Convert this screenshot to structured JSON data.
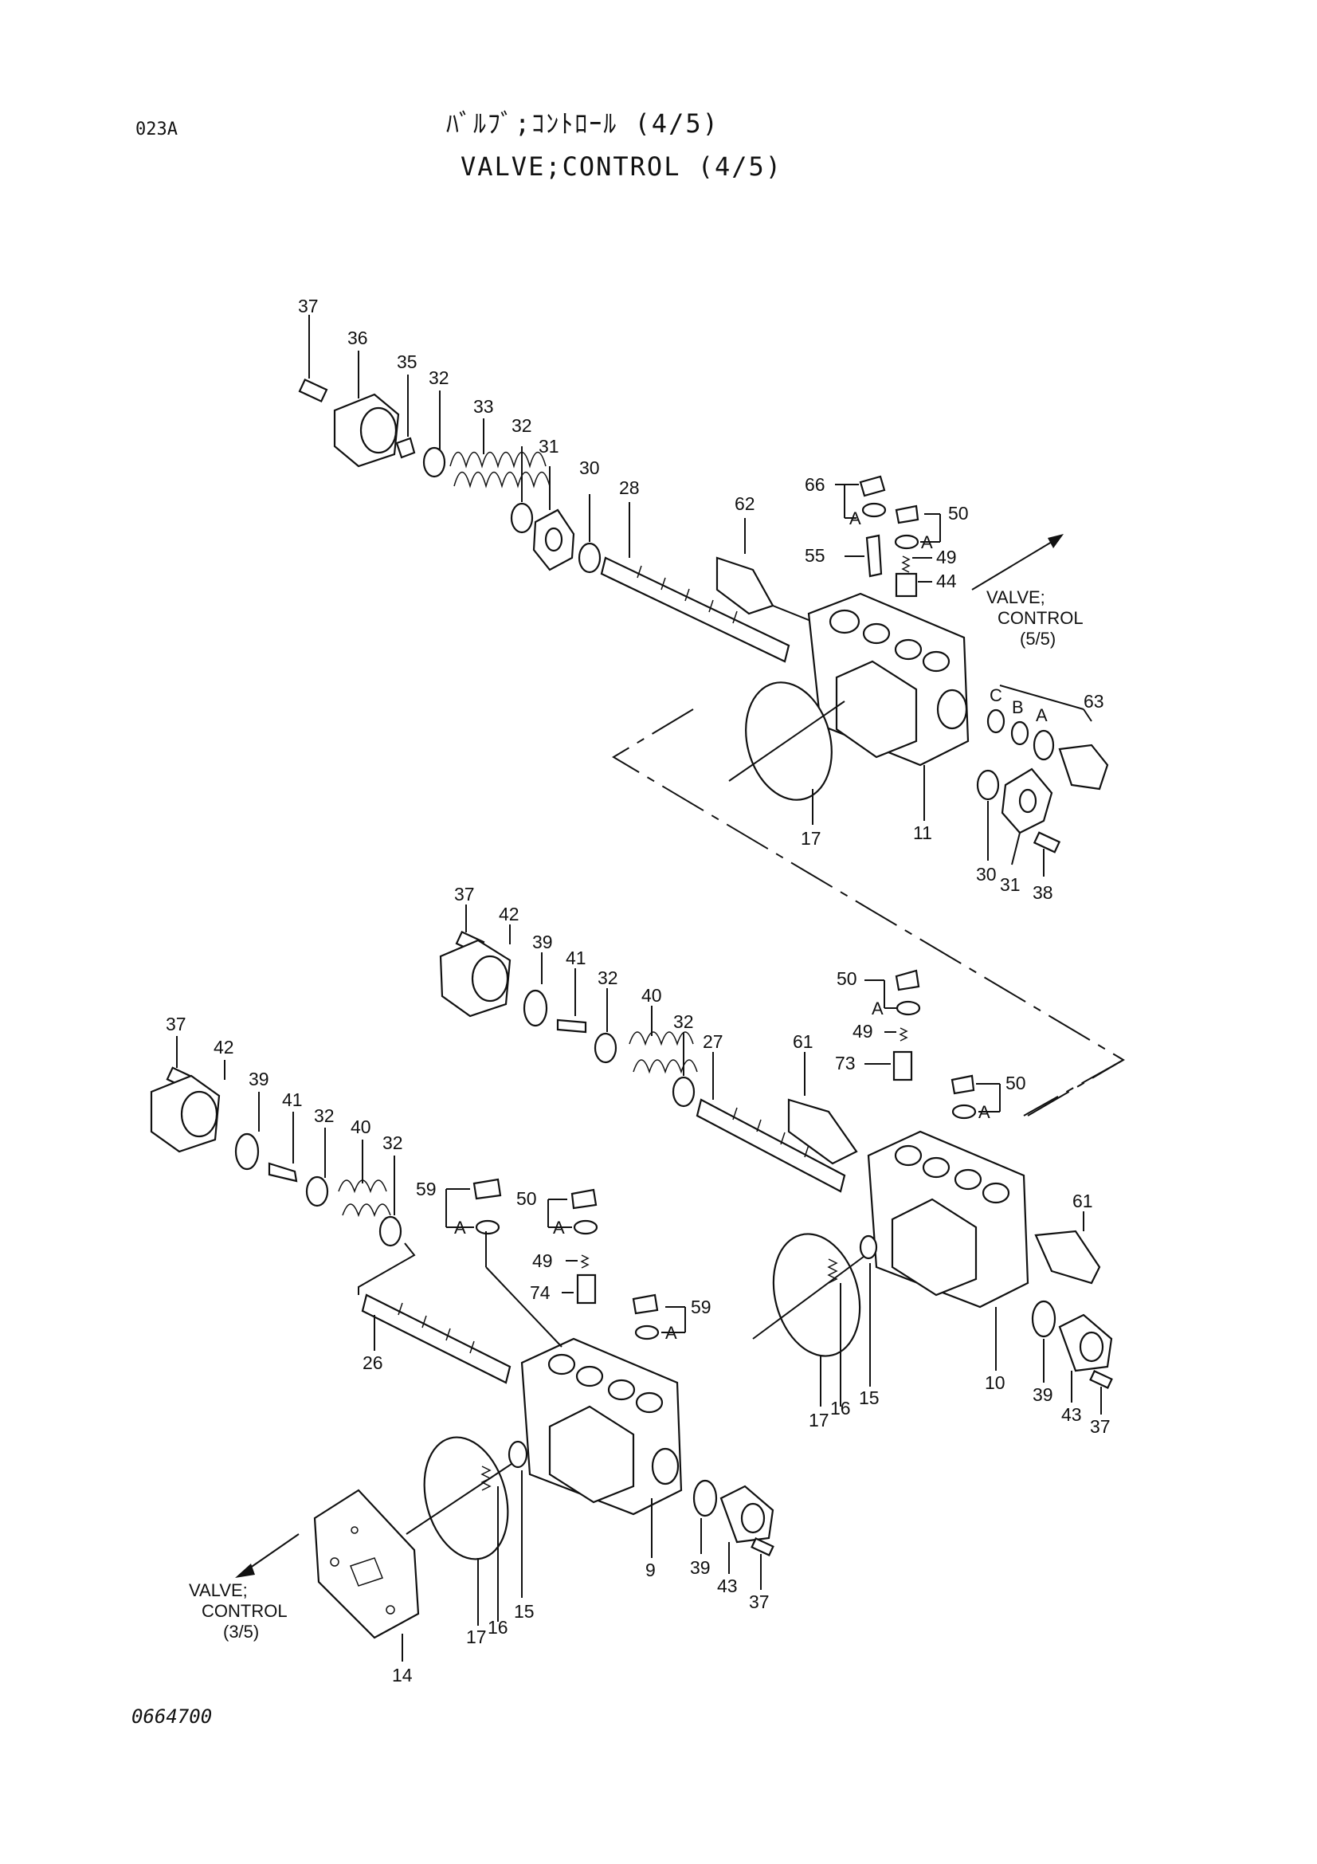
{
  "header": {
    "page_code": "023A",
    "title_jp": "ﾊﾞﾙﾌﾞ;ｺﾝﾄﾛｰﾙ (4/5)",
    "title_en": "VALVE;CONTROL (4/5)"
  },
  "footer": {
    "drawing_number": "0664700"
  },
  "references": {
    "top": [
      "VALVE;",
      "CONTROL",
      "(5/5)"
    ],
    "bottom": [
      "VALVE;",
      "CONTROL",
      "(3/5)"
    ]
  },
  "seal_codes": [
    "A",
    "B",
    "C"
  ],
  "callouts": {
    "p37a": "37",
    "p36": "36",
    "p35": "35",
    "p32a": "32",
    "p33": "33",
    "p32b": "32",
    "p31a": "31",
    "p30a": "30",
    "p28": "28",
    "p62": "62",
    "p66": "66",
    "p50a": "50",
    "p55": "55",
    "p49a": "49",
    "p44": "44",
    "p63": "63",
    "p17a": "17",
    "p11": "11",
    "p30b": "30",
    "p31b": "31",
    "p38": "38",
    "p37b": "37",
    "p42a": "42",
    "p39a": "39",
    "p41a": "41",
    "p32c": "32",
    "p40a": "40",
    "p32d": "32",
    "p27": "27",
    "p50b": "50",
    "p49b": "49",
    "p73": "73",
    "p61a": "61",
    "p50c": "50",
    "p61b": "61",
    "p10": "10",
    "p39b": "39",
    "p43a": "43",
    "p37c": "37",
    "p17b": "17",
    "p16a": "16",
    "p15a": "15",
    "p37d": "37",
    "p42b": "42",
    "p39c": "39",
    "p41b": "41",
    "p32e": "32",
    "p40b": "40",
    "p32f": "32",
    "p59a": "59",
    "p50d": "50",
    "p49c": "49",
    "p74": "74",
    "p59b": "59",
    "p26": "26",
    "p9": "9",
    "p39d": "39",
    "p43b": "43",
    "p37e": "37",
    "p17c": "17",
    "p16b": "16",
    "p15b": "15",
    "p14": "14"
  }
}
